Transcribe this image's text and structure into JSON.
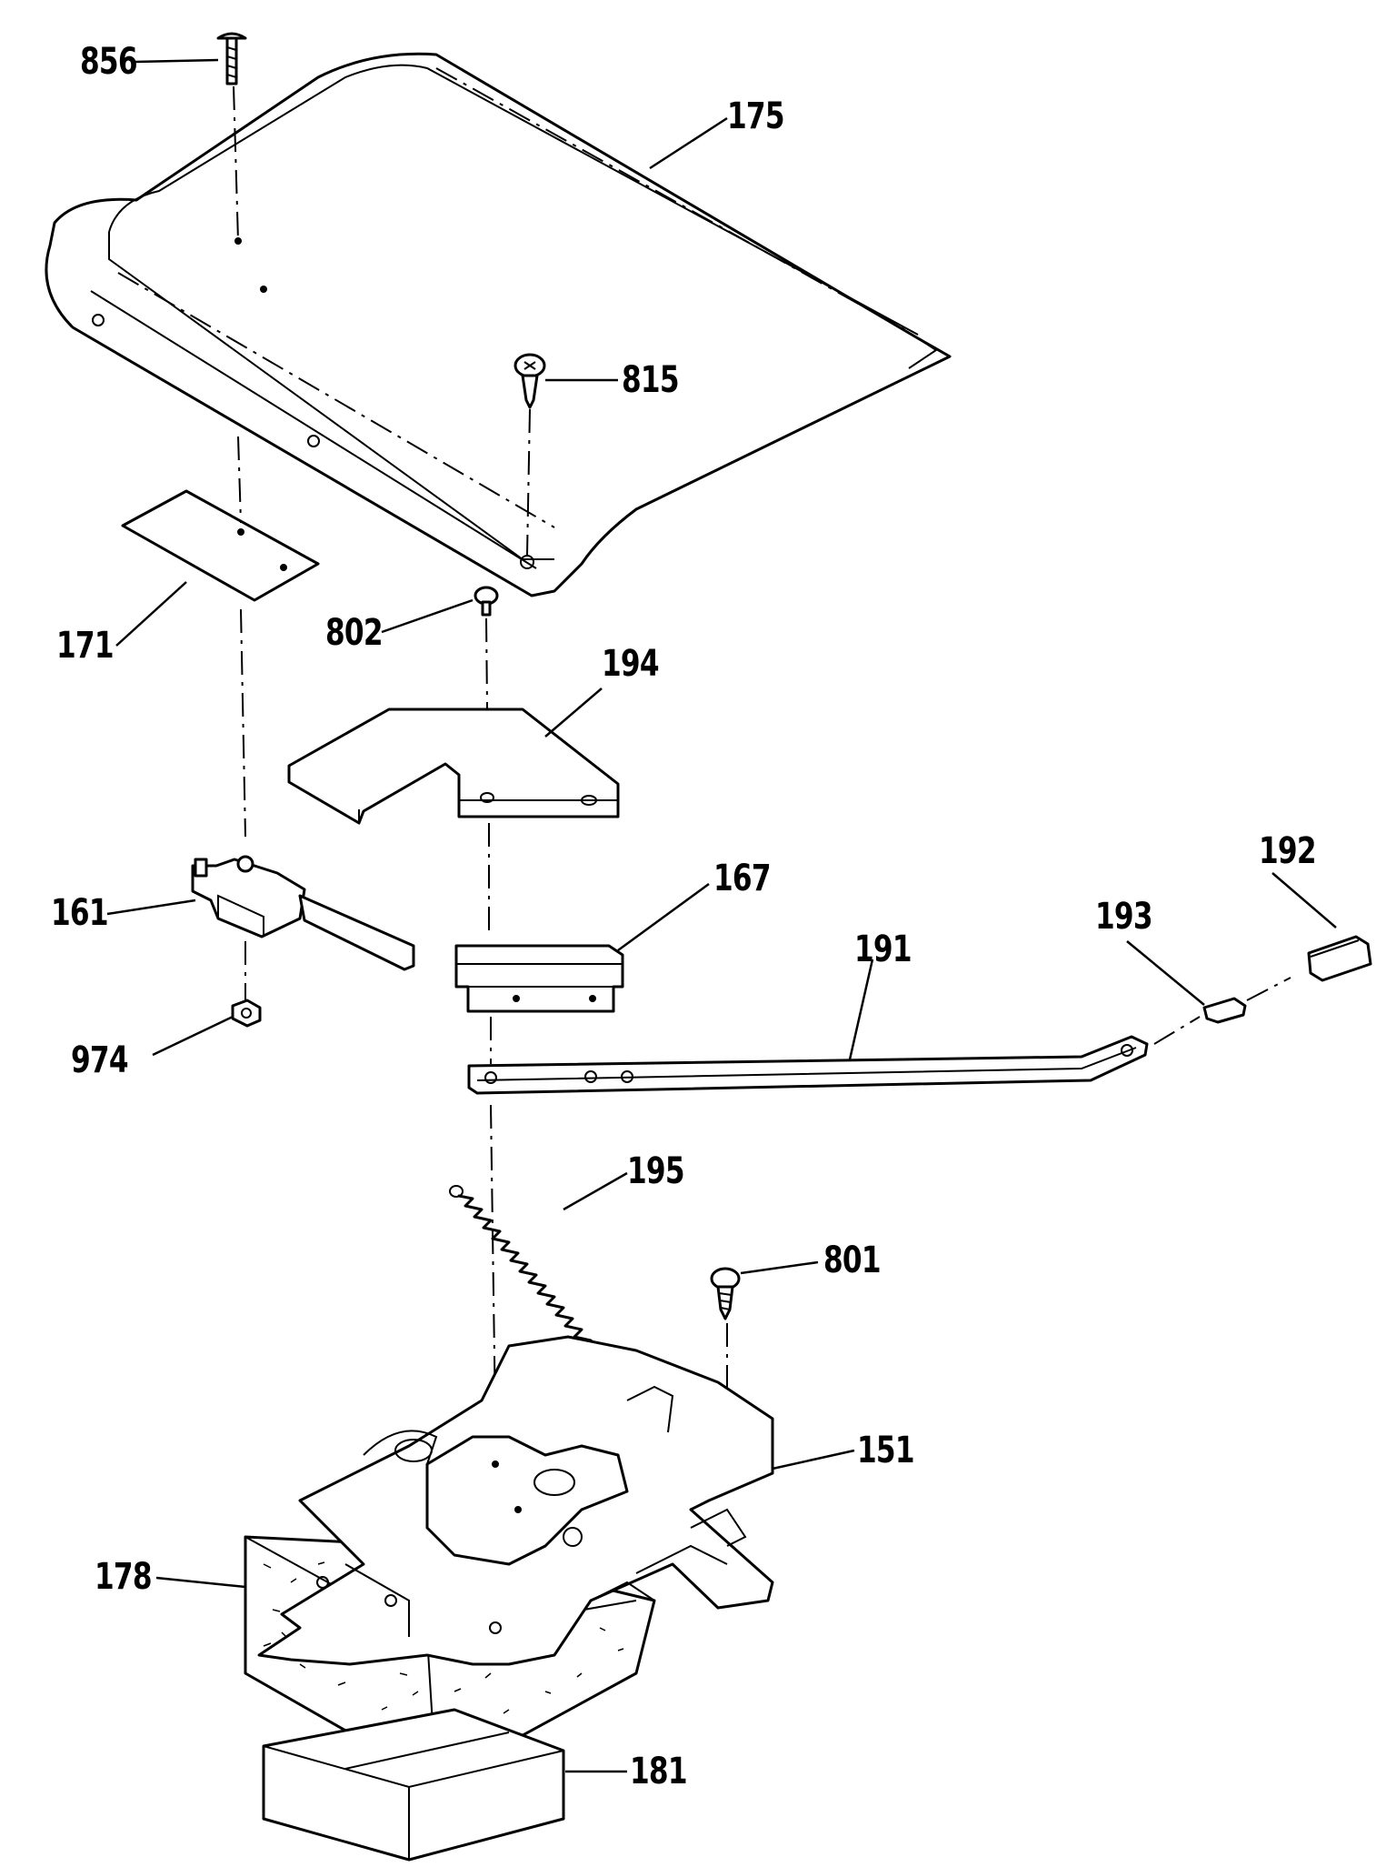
{
  "diagram": {
    "part_labels": {
      "p856": "856",
      "p175": "175",
      "p815": "815",
      "p171": "171",
      "p802": "802",
      "p194": "194",
      "p167": "167",
      "p192": "192",
      "p161": "161",
      "p193": "193",
      "p191": "191",
      "p974": "974",
      "p195": "195",
      "p801": "801",
      "p151": "151",
      "p178": "178",
      "p181": "181"
    }
  }
}
